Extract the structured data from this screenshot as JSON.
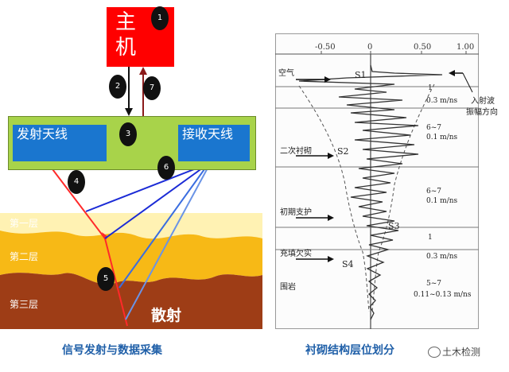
{
  "left_diagram": {
    "host_label": "主机",
    "tx_antenna_label": "发射天线",
    "rx_antenna_label": "接收天线",
    "layers": [
      "第一层",
      "第二层",
      "第三层"
    ],
    "scatter_label": "散射",
    "steps": [
      "1",
      "2",
      "3",
      "4",
      "5",
      "6",
      "7"
    ],
    "caption": "信号发射与数据采集",
    "colors": {
      "host": "#ff0000",
      "antenna_board": "#a8d34a",
      "antenna_box": "#1a76cf",
      "layer1": "#fff2b3",
      "layer2": "#f7b916",
      "layer3": "#9e3d16",
      "incident_ray": "#ff2a2a",
      "reflected_ray": "#1b2bd6"
    }
  },
  "right_diagram": {
    "caption": "衬砌结构层位划分",
    "axis_ticks": [
      "-0.50",
      "0",
      "0.50",
      "1.00"
    ],
    "layer_names": [
      "空气",
      "二次衬砌",
      "初期支护",
      "充填欠实",
      "围岩"
    ],
    "interfaces": [
      "S1",
      "S2",
      "S3",
      "S4"
    ],
    "speed_values": [
      {
        "thickness": "1",
        "speed": "0.3 m/ns"
      },
      {
        "thickness": "6~7",
        "speed": "0.1 m/ns"
      },
      {
        "thickness": "6~7",
        "speed": "0.1 m/ns"
      },
      {
        "thickness": "1",
        "speed": "0.3 m/ns"
      },
      {
        "thickness": "5~7",
        "speed": "0.11~0.13 m/ns"
      }
    ],
    "incident_label_line1": "入射波",
    "incident_label_line2": "振幅方向"
  },
  "watermark": "土木检测"
}
